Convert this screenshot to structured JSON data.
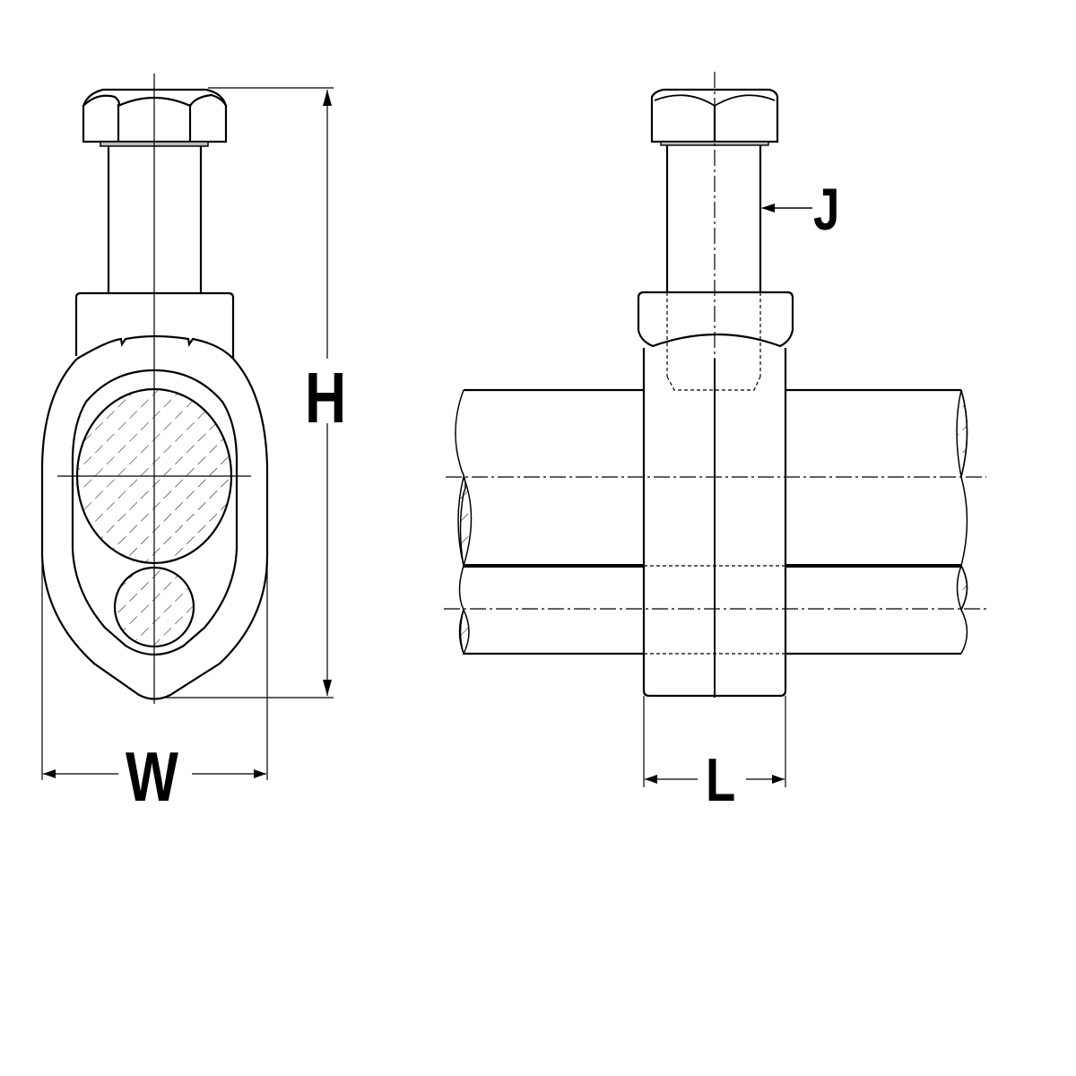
{
  "drawing": {
    "subject": "Saddle clamp with set screw on parallel pipes - front and side views",
    "colors": {
      "line": "#000000",
      "background": "#ffffff",
      "hatch": "#000000"
    }
  },
  "views": [
    {
      "name": "front-view",
      "description": "Teardrop clamp body with bolt, large and small hatched pipe sections"
    },
    {
      "name": "side-view",
      "description": "Clamp on two horizontal pipes with broken ends"
    }
  ],
  "dimensions": {
    "height": {
      "label": "H"
    },
    "width": {
      "label": "W"
    },
    "bolt": {
      "label": "J"
    },
    "length": {
      "label": "L"
    }
  }
}
